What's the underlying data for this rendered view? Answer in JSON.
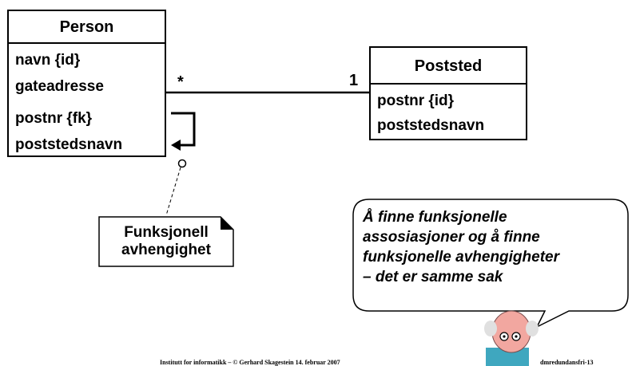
{
  "person": {
    "title": "Person",
    "attributes": [
      "navn {id}",
      "gateadresse",
      "postnr {fk}",
      "poststedsnavn"
    ]
  },
  "poststed": {
    "title": "Poststed",
    "attributes": [
      "postnr {id}",
      "poststedsnavn"
    ]
  },
  "association": {
    "person_multiplicity": "*",
    "poststed_multiplicity": "1"
  },
  "note": {
    "line1": "Funksjonell",
    "line2": "avhengighet"
  },
  "bubble": {
    "lines": [
      "Å finne funksjonelle",
      "assosiasjoner og å finne",
      "funksjonelle avhengigheter",
      "– det er samme sak"
    ]
  },
  "footer": {
    "left": "Institutt for informatikk – © Gerhard Skagestein 14. februar 2007",
    "right": "dmredundansfri-13"
  },
  "colors": {
    "strike": "#e00000",
    "line": "#000000"
  },
  "icons": {
    "character": "professor-character-icon"
  }
}
